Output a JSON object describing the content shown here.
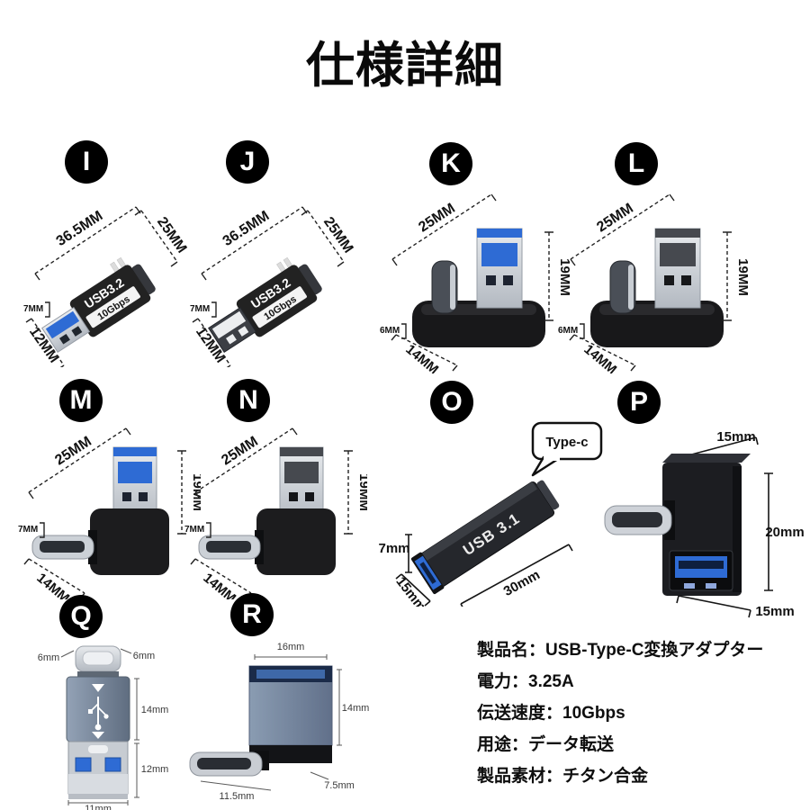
{
  "title": "仕様詳細",
  "colors": {
    "usb_blue": "#2e6bd4",
    "body_black": "#1e1f22",
    "slate_body": "#7c8ca2",
    "badge_black": "#000000"
  },
  "items": [
    {
      "id": "I",
      "letter": "I",
      "body_label": "USB3.2",
      "body_sub": "10Gbps",
      "dims": {
        "length": "36.5MM",
        "c_length": "25MM",
        "height": "7MM",
        "width": "12MM"
      }
    },
    {
      "id": "J",
      "letter": "J",
      "body_label": "USB3.2",
      "body_sub": "10Gbps",
      "dims": {
        "length": "36.5MM",
        "c_length": "25MM",
        "height": "7MM",
        "width": "12MM"
      }
    },
    {
      "id": "K",
      "letter": "K",
      "dims": {
        "length": "25MM",
        "height": "19MM",
        "c_width": "6MM",
        "width": "14MM"
      }
    },
    {
      "id": "L",
      "letter": "L",
      "dims": {
        "length": "25MM",
        "height": "19MM",
        "c_width": "6MM",
        "width": "14MM"
      }
    },
    {
      "id": "M",
      "letter": "M",
      "dims": {
        "length": "25MM",
        "height": "19MM",
        "c_width": "7MM",
        "width": "14MM"
      }
    },
    {
      "id": "N",
      "letter": "N",
      "dims": {
        "length": "25MM",
        "height": "19MM",
        "c_width": "7MM",
        "width": "14MM"
      }
    },
    {
      "id": "O",
      "letter": "O",
      "body_label": "USB 3.1",
      "bubble_label": "Type-c",
      "dims": {
        "height": "7mm",
        "width": "15mm",
        "length": "30mm"
      }
    },
    {
      "id": "P",
      "letter": "P",
      "dims": {
        "top": "15mm",
        "height": "20mm",
        "bottom": "15mm"
      }
    },
    {
      "id": "Q",
      "letter": "Q",
      "logo": "SS",
      "dims": {
        "c_left": "6mm",
        "c_right": "6mm",
        "body": "14mm",
        "plug": "12mm",
        "width": "11mm"
      }
    },
    {
      "id": "R",
      "letter": "R",
      "dims": {
        "top": "16mm",
        "height": "14mm",
        "depth": "7.5mm",
        "bottom": "11.5mm"
      }
    }
  ],
  "specs": {
    "lines": [
      "製品名：USB-Type-C変換アダプター",
      "電力：3.25A",
      "伝送速度：10Gbps",
      "用途：データ転送",
      "製品素材：チタン合金"
    ]
  }
}
